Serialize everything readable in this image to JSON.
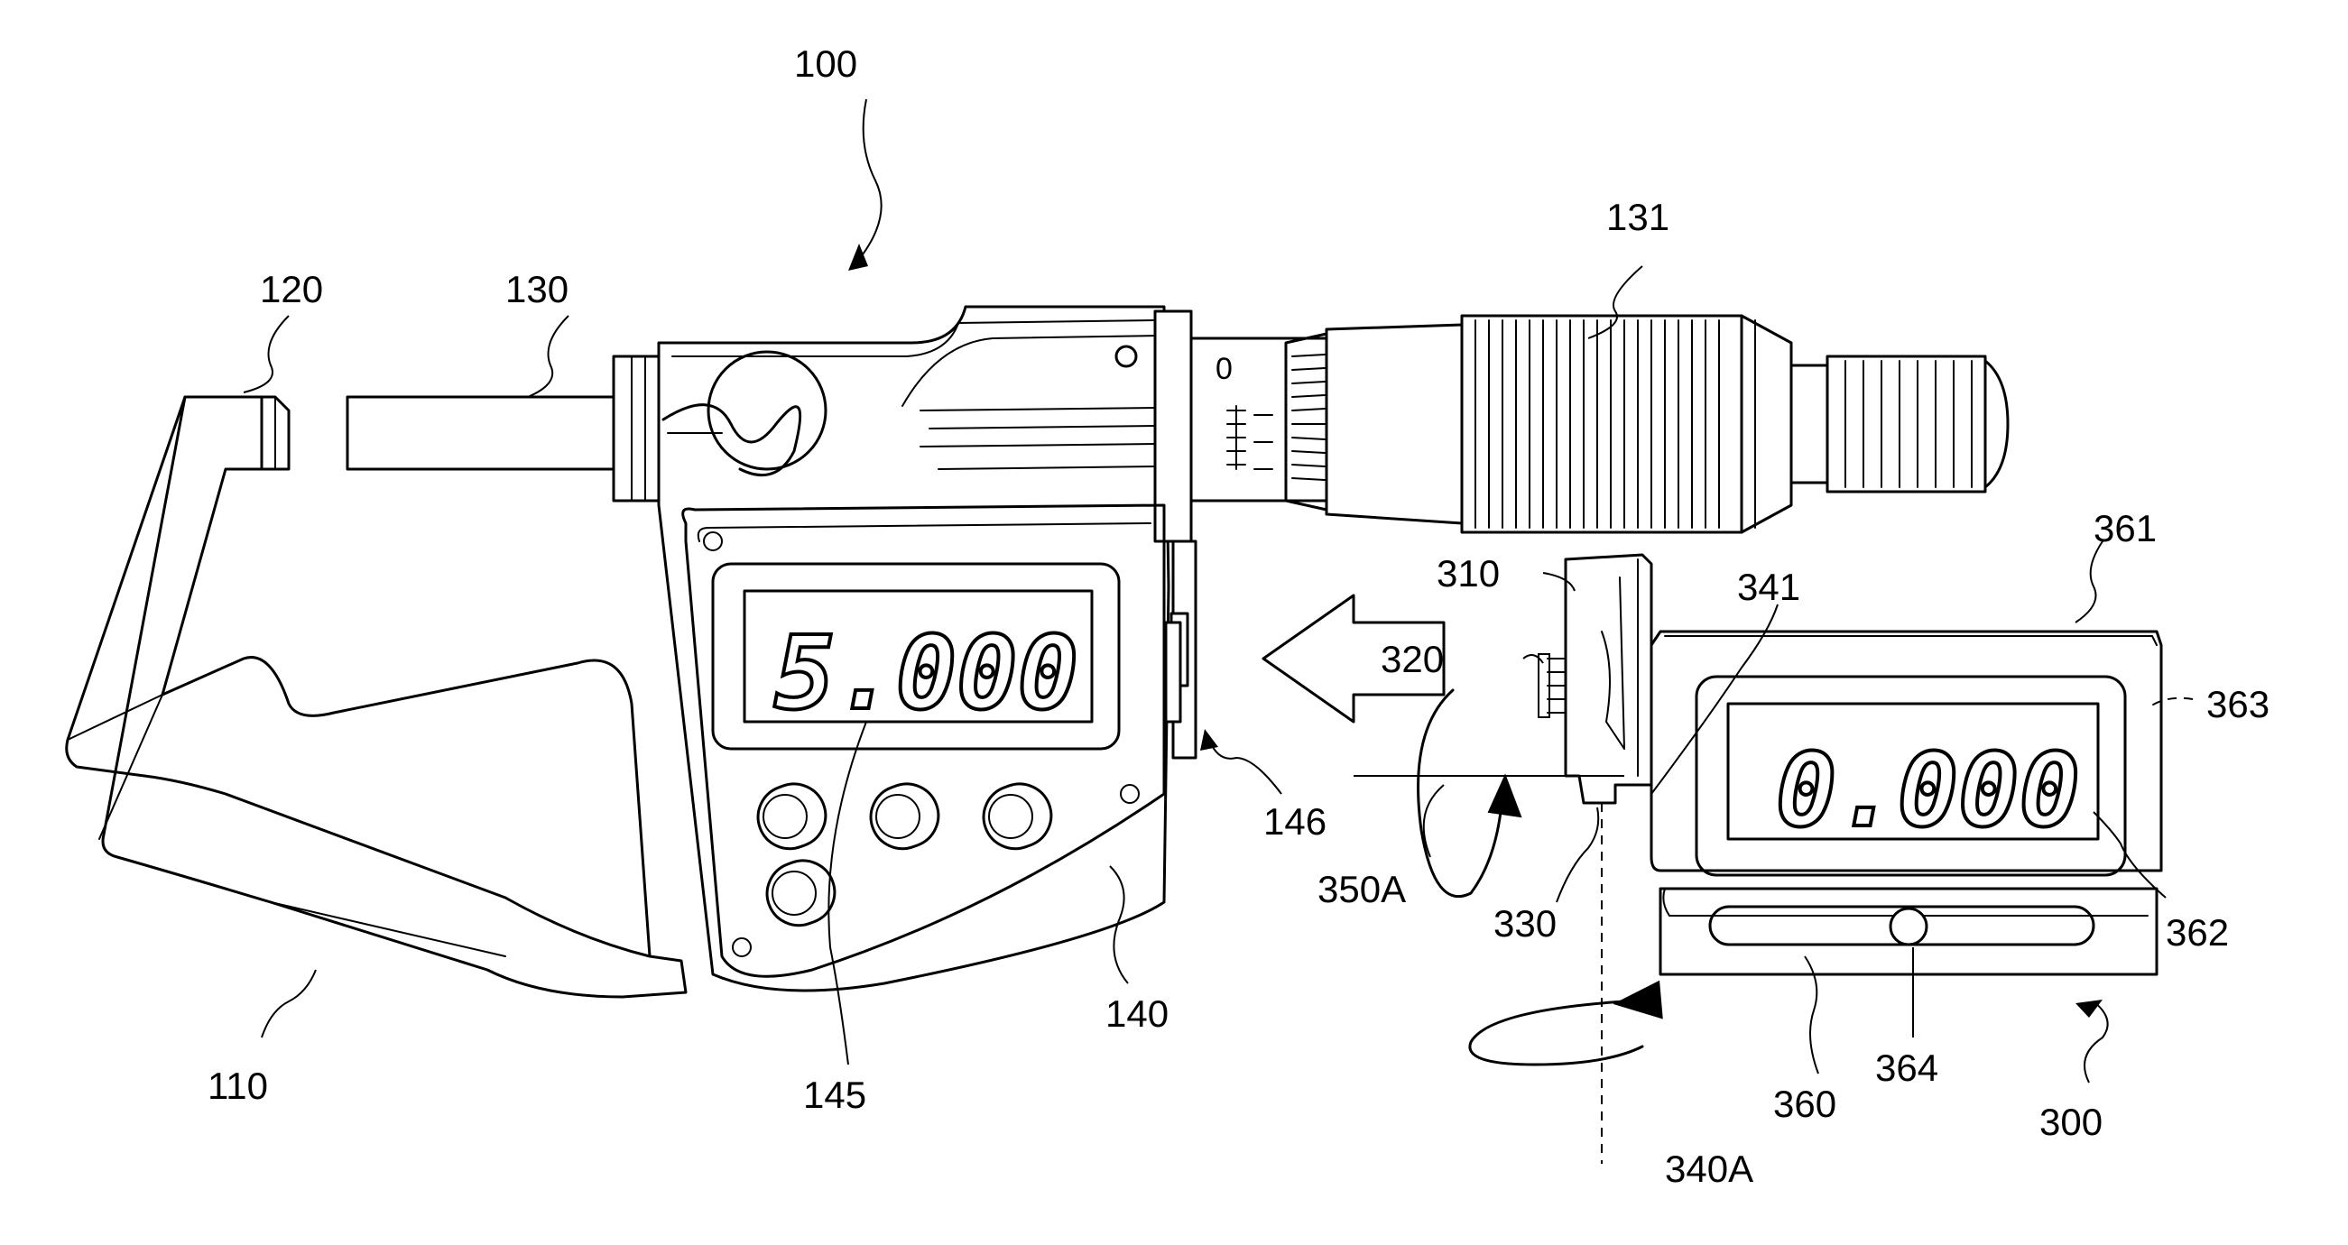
{
  "labels": {
    "l100": "100",
    "l110": "110",
    "l120": "120",
    "l130": "130",
    "l131": "131",
    "l140": "140",
    "l145": "145",
    "l146": "146",
    "l300": "300",
    "l310": "310",
    "l320": "320",
    "l330": "330",
    "l341": "341",
    "l340A": "340A",
    "l350A": "350A",
    "l360": "360",
    "l361": "361",
    "l362": "362",
    "l363": "363",
    "l364": "364"
  },
  "displays": {
    "micrometer_reading": "5.000",
    "external_reading": "0.000",
    "sleeve_zero": "0"
  }
}
